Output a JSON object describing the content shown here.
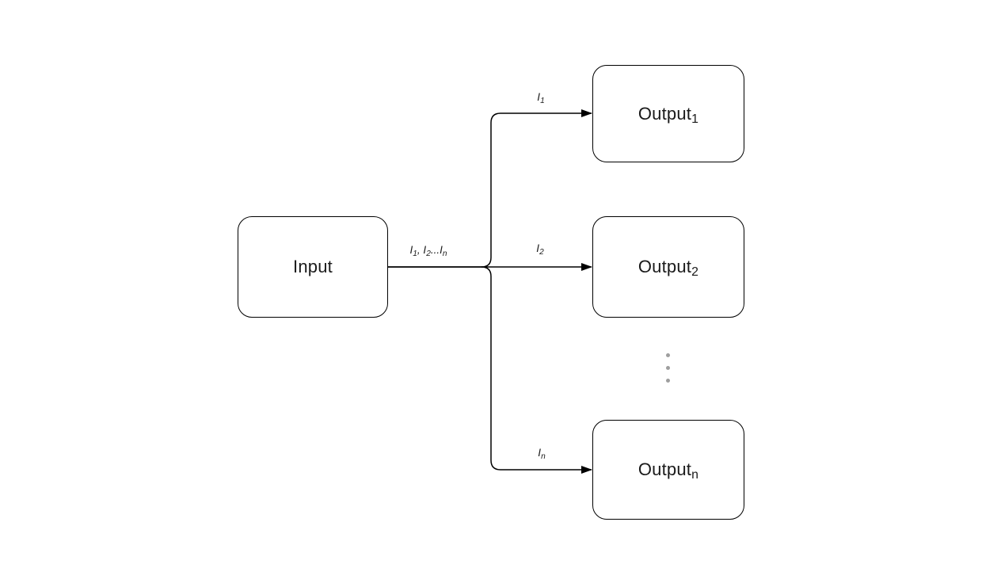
{
  "diagram": {
    "colors": {
      "background": "#ffffff",
      "stroke": "#000000",
      "text": "#1a1a1a",
      "ellipsis_dots": "#9e9e9e"
    },
    "nodes": {
      "input": {
        "label": "Input"
      },
      "output1": {
        "base": "Output",
        "sub": "1"
      },
      "output2": {
        "base": "Output",
        "sub": "2"
      },
      "output_n": {
        "base": "Output",
        "sub": "n"
      }
    },
    "edge_labels": {
      "trunk": {
        "p1": "I",
        "s1": "1",
        "p2": ", I",
        "s2": "2",
        "p3": "...I",
        "s3": "n"
      },
      "i1": {
        "base": "I",
        "sub": "1"
      },
      "i2": {
        "base": "I",
        "sub": "2"
      },
      "i_n": {
        "base": "I",
        "sub": "n"
      }
    },
    "ellipsis_dot_count": 3
  }
}
